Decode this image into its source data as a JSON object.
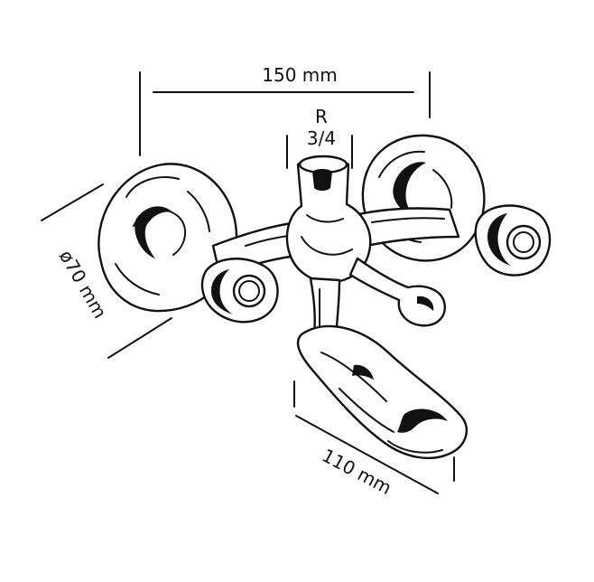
{
  "dimensions": {
    "width_label": "150 mm",
    "thread_label_top": "R",
    "thread_label_bottom": "3/4",
    "diameter_label": "ø70 mm",
    "spout_length_label": "110 mm"
  }
}
